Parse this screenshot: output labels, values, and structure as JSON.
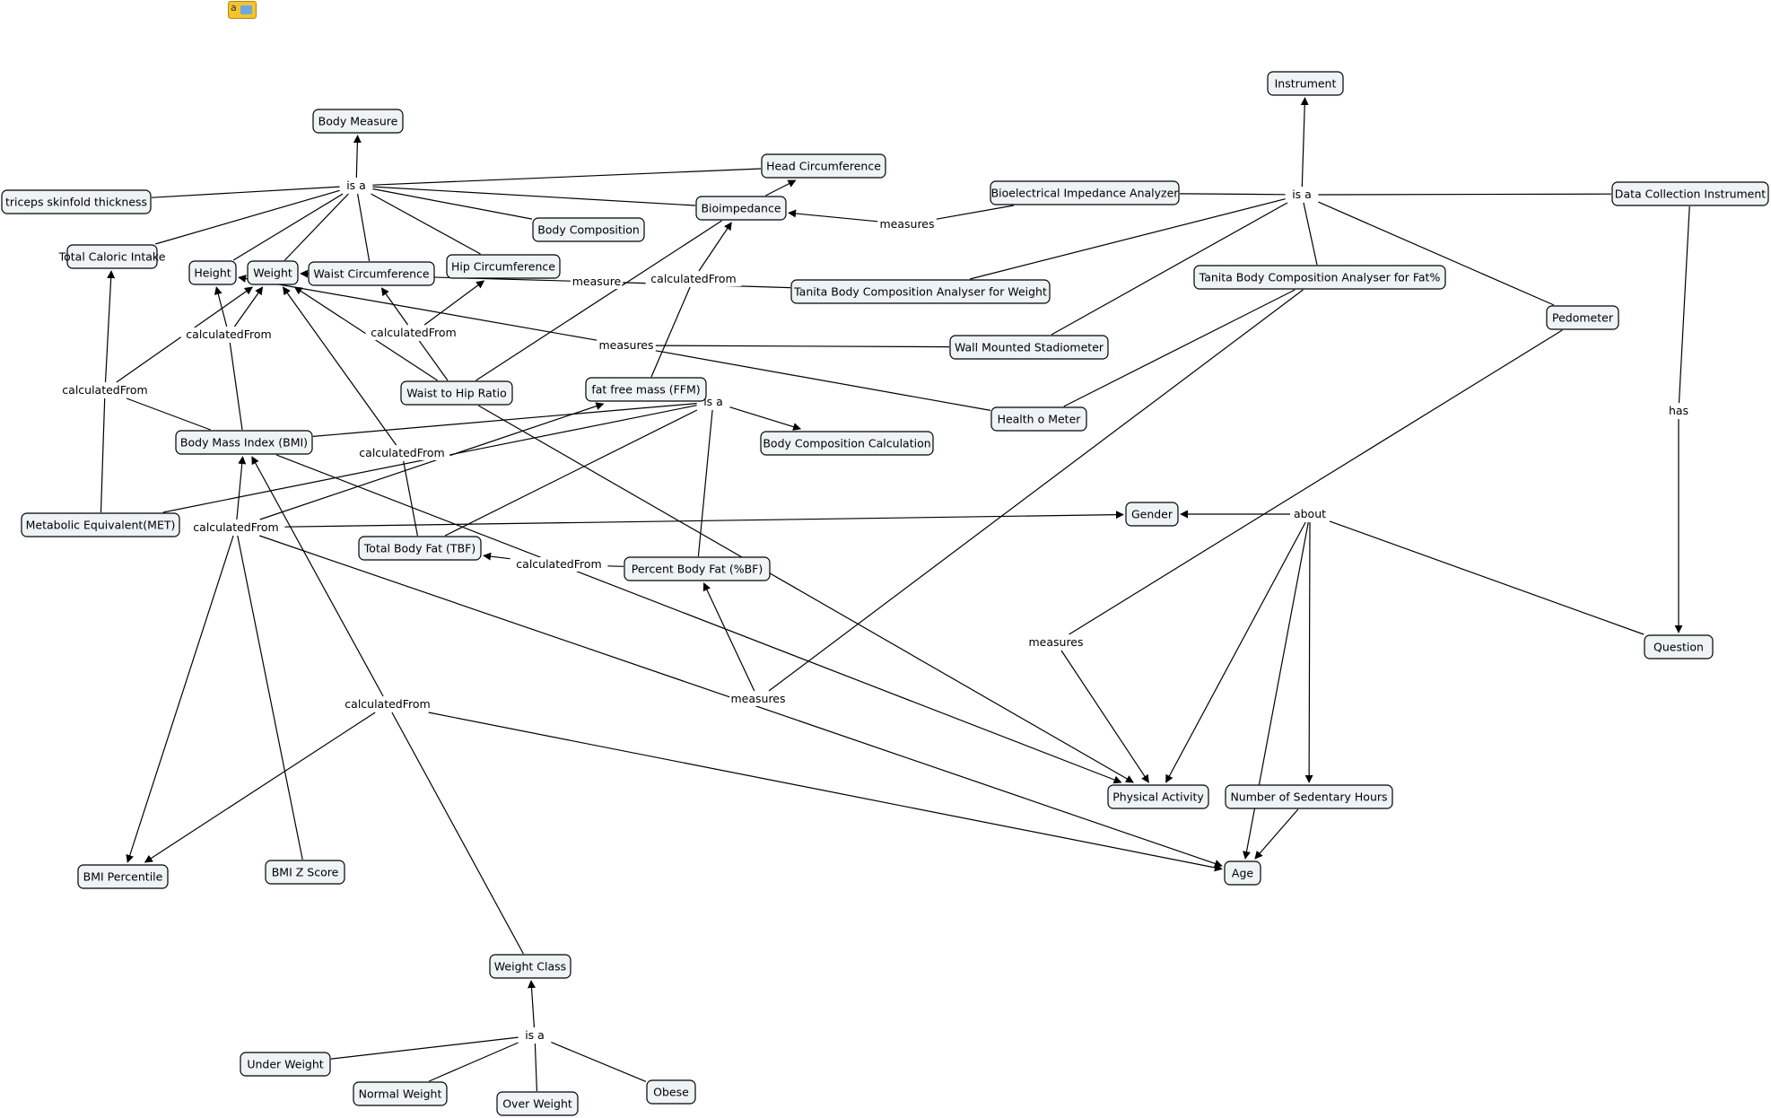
{
  "concepts": {
    "body_measure": "Body Measure",
    "triceps": "triceps skinfold thickness",
    "total_caloric_intake": "Total Caloric Intake",
    "height": "Height",
    "weight": "Weight",
    "waist_circumference": "Waist Circumference",
    "hip_circumference": "Hip Circumference",
    "body_composition": "Body Composition",
    "head_circumference": "Head Circumference",
    "bioimpedance": "Bioimpedance",
    "bioelectrical_impedance_analyzer": "Bioelectrical Impedance Analyzer",
    "instrument": "Instrument",
    "data_collection_instrument": "Data Collection Instrument",
    "tanita_weight": "Tanita Body Composition Analyser for Weight",
    "tanita_fat": "Tanita Body Composition Analyser for Fat%",
    "pedometer": "Pedometer",
    "wall_mounted_stadiometer": "Wall Mounted Stadiometer",
    "waist_to_hip_ratio": "Waist to Hip Ratio",
    "fat_free_mass": "fat free mass (FFM)",
    "body_composition_calculation": "Body Composition Calculation",
    "health_o_meter": "Health o Meter",
    "bmi": "Body Mass Index (BMI)",
    "met": "Metabolic Equivalent(MET)",
    "total_body_fat": "Total Body Fat (TBF)",
    "percent_body_fat": "Percent Body Fat (%BF)",
    "gender": "Gender",
    "question": "Question",
    "physical_activity": "Physical Activity",
    "sedentary_hours": "Number of Sedentary Hours",
    "age": "Age",
    "bmi_percentile": "BMI Percentile",
    "bmi_z_score": "BMI Z Score",
    "weight_class": "Weight Class",
    "under_weight": "Under Weight",
    "normal_weight": "Normal Weight",
    "over_weight": "Over Weight",
    "obese": "Obese"
  },
  "linking_phrases": {
    "is_a_body": "is a",
    "is_a_instrument": "is a",
    "is_a_ffm": "is a",
    "is_a_weight_class": "is a",
    "measures_bia": "measures",
    "measure_tanita": "measure",
    "measures_height": "measures",
    "calculated_from_ffm": "calculatedFrom",
    "calculated_from_whr": "calculatedFrom",
    "calculated_from_bmi": "calculatedFrom",
    "calculated_from_met": "calculatedFrom",
    "calculated_from_tbf": "calculatedFrom",
    "calculated_from_bmi_stats": "calculatedFrom",
    "calculated_from_pbf": "calculatedFrom",
    "calculated_from_weight_class": "calculatedFrom",
    "has": "has",
    "about": "about",
    "measures_pedometer": "measures",
    "measures_tanita_fat": "measures"
  },
  "colors": {
    "concept_fill": "#eef3f5",
    "concept_border": "#000000",
    "line": "#000000",
    "toolbar_icon": "#f4c430"
  }
}
